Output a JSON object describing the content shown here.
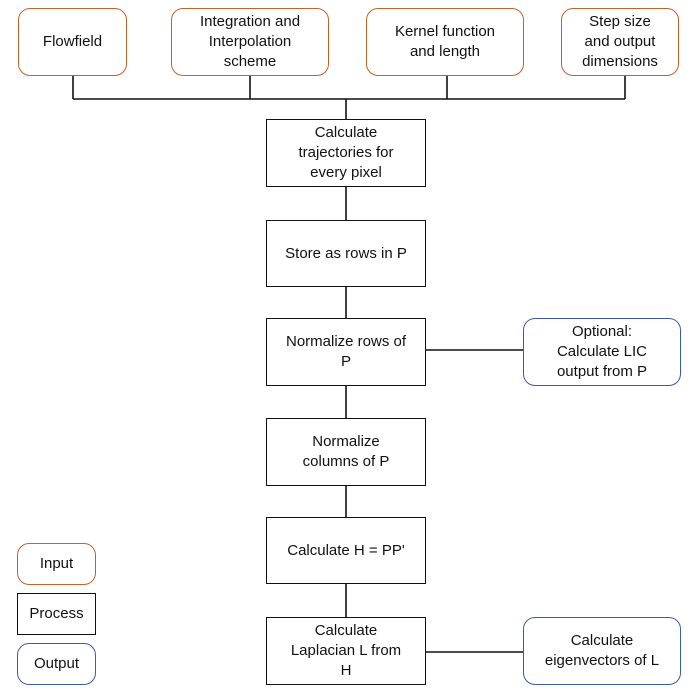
{
  "colors": {
    "input_border": "#c0622a",
    "process_border": "#111111",
    "output_border": "#3a5ba8",
    "connector": "#111111"
  },
  "inputs": {
    "flowfield": "Flowfield",
    "integration": "Integration and\nInterpolation\nscheme",
    "kernel": "Kernel function\nand length",
    "stepsize": "Step size\nand output\ndimensions"
  },
  "process": {
    "trajectories": "Calculate\ntrajectories for\nevery pixel",
    "store": "Store as rows in P",
    "normalize_rows": "Normalize rows of\nP",
    "normalize_cols": "Normalize\ncolumns of P",
    "calc_h": "Calculate H = PP'",
    "laplacian": "Calculate\nLaplacian L from\nH"
  },
  "outputs": {
    "lic": "Optional:\nCalculate LIC\noutput from P",
    "eigen": "Calculate\neigenvectors of L"
  },
  "legend": {
    "input": "Input",
    "process": "Process",
    "output": "Output"
  }
}
